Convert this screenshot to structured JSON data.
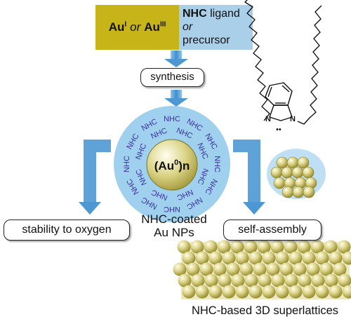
{
  "precursors": {
    "gold": {
      "au": "Au",
      "sup1": "I",
      "or": "or",
      "sup2": "III"
    },
    "ligand": {
      "bold": "NHC",
      "rest": " ligand",
      "or": "or",
      "precursor": "precursor"
    }
  },
  "steps": {
    "synthesis": "synthesis",
    "stability": "stability to oxygen",
    "self_assembly": "self-assembly"
  },
  "nanoparticle": {
    "ligand_label": "NHC",
    "core": {
      "open": "(Au",
      "sup": "0",
      "close": ")n"
    },
    "caption_line1": "NHC-coated",
    "caption_line2": "Au NPs"
  },
  "superlattice_caption": "NHC-based 3D superlattices",
  "carbene_dots": "••",
  "colors": {
    "gold_box": "#c6b419",
    "ligand_box": "#a9cfe9",
    "arrow": "#5a9fd6",
    "shell": "#9fd0ee",
    "nhc_text": "#3c2f9e",
    "core": "#d8d184"
  }
}
